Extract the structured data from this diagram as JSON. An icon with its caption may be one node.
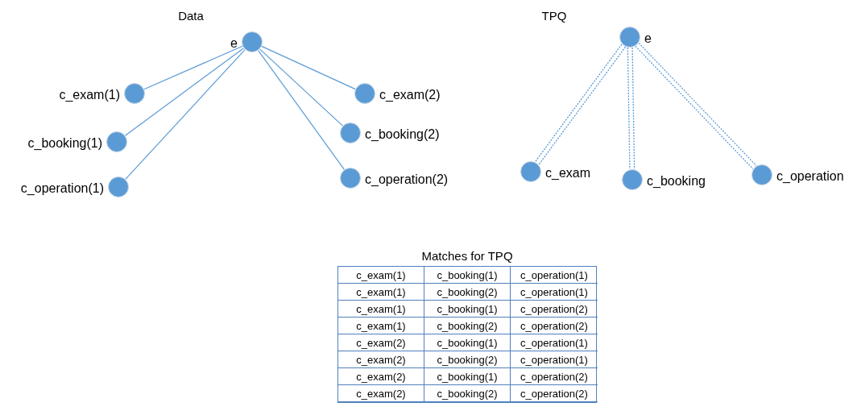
{
  "diagram": {
    "nodes": [
      {
        "text": [],
        "shape": "circle",
        "beside": [
          "e"
        ]
      },
      {
        "text": [],
        "shape": "circle",
        "beside": [
          "c_exam(1)"
        ]
      },
      {
        "text": [],
        "shape": "circle",
        "beside": [
          "c_booking(1)"
        ]
      },
      {
        "text": [],
        "shape": "circle",
        "beside": [
          "c_operation(1)"
        ]
      },
      {
        "text": [],
        "shape": "circle",
        "beside": [
          "c_exam(2)"
        ]
      },
      {
        "text": [],
        "shape": "circle",
        "beside": [
          "c_booking(2)"
        ]
      },
      {
        "text": [],
        "shape": "circle",
        "beside": [
          "c_operation(2)"
        ]
      },
      {
        "text": [],
        "shape": "circle",
        "beside": [
          "e"
        ]
      },
      {
        "text": [],
        "shape": "circle",
        "beside": [
          "c_exam"
        ]
      },
      {
        "text": [],
        "shape": "circle",
        "beside": [
          "c_booking"
        ]
      },
      {
        "text": [],
        "shape": "circle",
        "beside": [
          "c_operation"
        ]
      }
    ],
    "edges": [
      {
        "from": 0,
        "to": 1,
        "arrow": "none"
      },
      {
        "from": 0,
        "to": 2,
        "arrow": "none"
      },
      {
        "from": 0,
        "to": 3,
        "arrow": "none"
      },
      {
        "from": 0,
        "to": 4,
        "arrow": "none"
      },
      {
        "from": 0,
        "to": 5,
        "arrow": "none"
      },
      {
        "from": 0,
        "to": 6,
        "arrow": "none"
      },
      {
        "from": 7,
        "to": 8,
        "arrow": "none",
        "style": "dashed"
      },
      {
        "from": 7,
        "to": 9,
        "arrow": "none",
        "style": "dashed"
      },
      {
        "from": 7,
        "to": 10,
        "arrow": "none",
        "style": "dashed"
      }
    ],
    "labels": [
      "Data",
      "TPQ",
      "Matches for TPQ",
      "c_exam(1)",
      "c_booking(1)",
      "c_operation(1)",
      "c_exam(1)",
      "c_booking(2)",
      "c_operation(1)",
      "c_exam(1)",
      "c_booking(1)",
      "c_operation(2)",
      "c_exam(1)",
      "c_booking(2)",
      "c_operation(2)",
      "c_exam(2)",
      "c_booking(1)",
      "c_operation(1)",
      "c_exam(2)",
      "c_booking(2)",
      "c_operation(1)",
      "c_exam(2)",
      "c_booking(1)",
      "c_operation(2)",
      "c_exam(2)",
      "c_booking(2)",
      "c_operation(2)"
    ]
  }
}
